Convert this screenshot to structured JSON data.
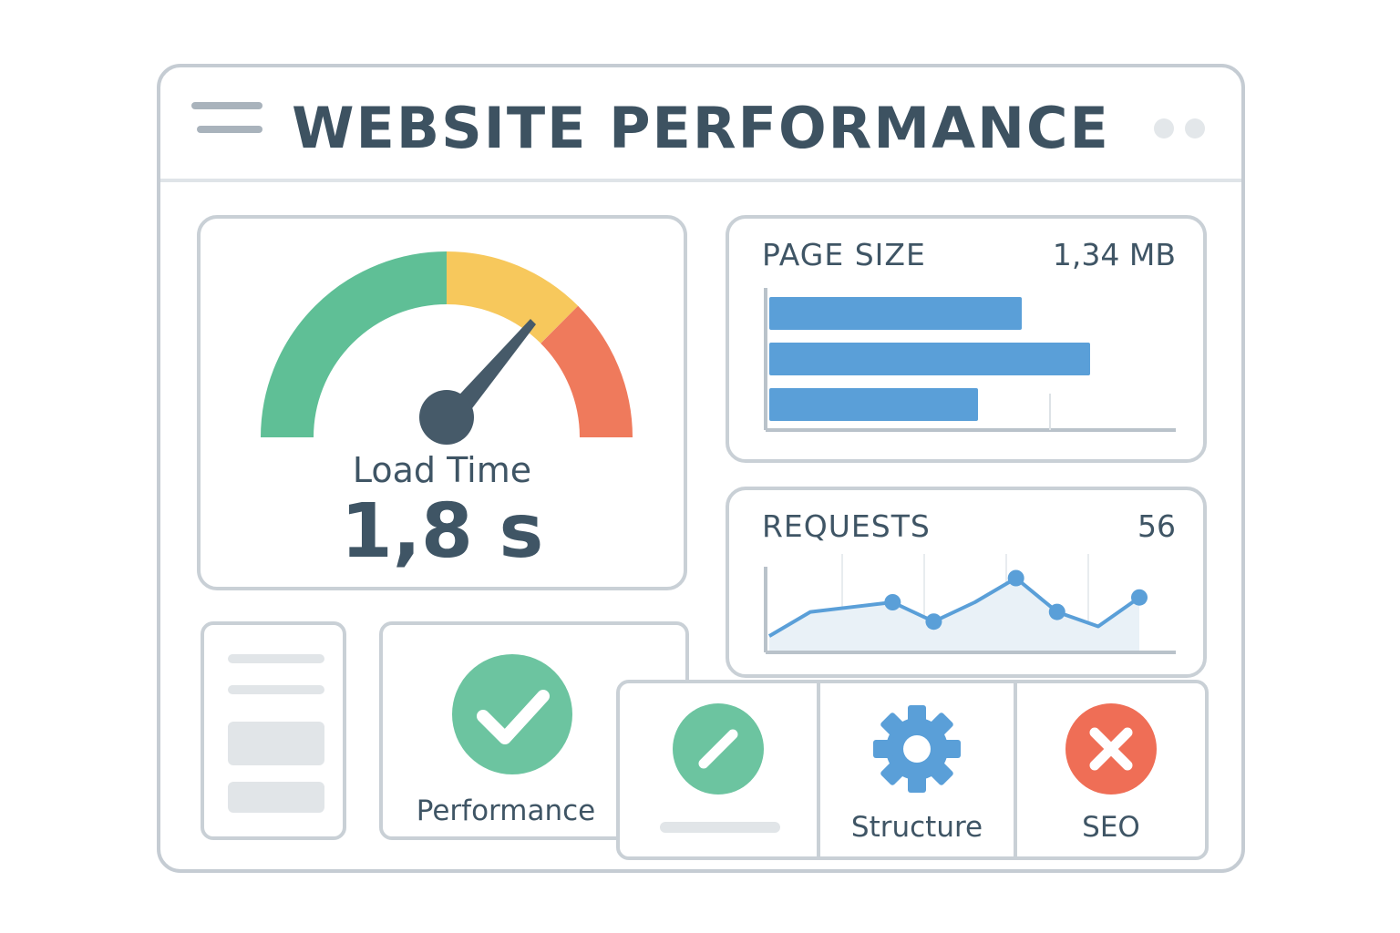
{
  "header": {
    "title": "WEBSITE PERFORMANCE"
  },
  "load_time": {
    "label": "Load Time",
    "value": "1,8 s",
    "gauge_fraction": 0.75
  },
  "page_size": {
    "label": "PAGE SIZE",
    "value": "1,34 MB",
    "bars": [
      0.63,
      0.8,
      0.52
    ]
  },
  "requests": {
    "label": "REQUESTS",
    "value": "56",
    "sparkline": [
      15,
      40,
      45,
      50,
      30,
      50,
      75,
      40,
      25,
      55
    ],
    "markers": [
      3,
      4,
      6,
      7,
      9
    ]
  },
  "checks": {
    "performance_label": "Performance",
    "structure_label": "Structure",
    "seo_label": "SEO"
  },
  "colors": {
    "green": "#5fbf96",
    "yellow": "#f7c85c",
    "red": "#ef7a5c",
    "blue": "#5a9fd8",
    "needle": "#465a69",
    "check_green": "#6cc4a0",
    "seo_red": "#ef6e56"
  },
  "icons": {
    "menu": "hamburger-icon",
    "gauge": "speedometer-icon",
    "performance": "check-circle-icon",
    "pending": "slash-circle-icon",
    "structure": "gear-icon",
    "seo": "x-circle-icon"
  }
}
